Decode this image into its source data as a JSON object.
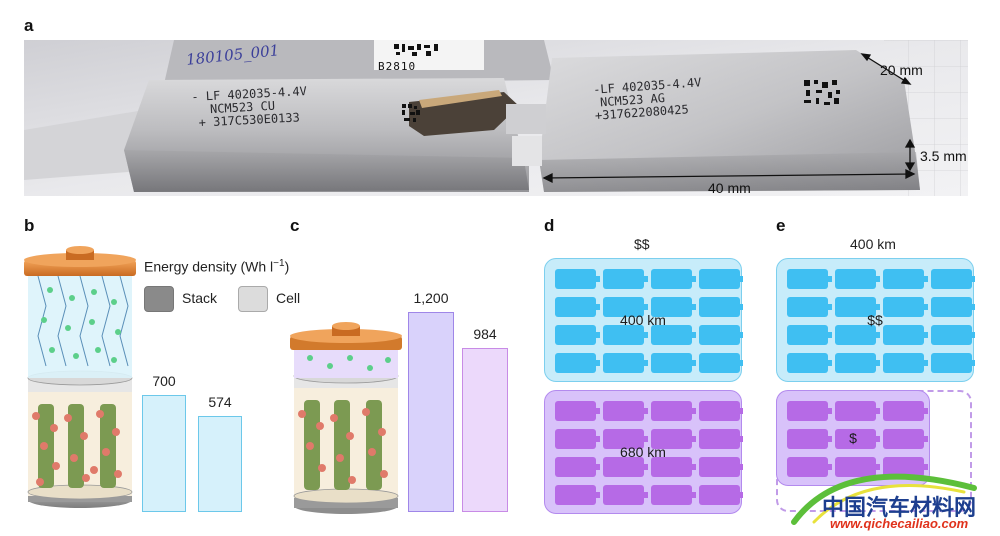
{
  "panels": {
    "a": "a",
    "b": "b",
    "c": "c",
    "d": "d",
    "e": "e"
  },
  "panel_a": {
    "dim_width": "20 mm",
    "dim_thickness": "3.5 mm",
    "dim_length": "40 mm",
    "label_left_handwritten": "180105_001",
    "label_left_code": "B2810",
    "cell_left_lines": [
      "- LF 402035-4.4V",
      "NCM523    CU",
      "+ 317C530E0133"
    ],
    "cell_right_lines": [
      "-LF 402035-4.4V",
      "NCM523      AG",
      "+317622080425"
    ]
  },
  "panel_b": {
    "legend_title": "Energy density (Wh l",
    "legend_title_sup": "−1",
    "legend_title_end": ")",
    "legend_stack": "Stack",
    "legend_cell": "Cell",
    "bar_color": "#d6f1fb",
    "bar_border": "#6cc8ea"
  },
  "panel_c": {
    "bar_color_stack": "#d9d2fb",
    "bar_border_stack": "#9f86e8",
    "bar_color_cell": "#ecd9fb",
    "bar_border_cell": "#c88be6"
  },
  "panel_d": {
    "top_label": "$$",
    "pack_top_text": "400 km",
    "pack_bottom_text": "680 km"
  },
  "panel_e": {
    "top_label": "400 km",
    "pack_top_text": "$$",
    "pack_bottom_text": "$"
  },
  "watermark": {
    "text": "中国汽车材料网",
    "url": "www.qichecailiao.com"
  },
  "chart_data": [
    {
      "type": "bar",
      "panel": "b",
      "ylabel": "Energy density (Wh l−1)",
      "categories": [
        "Stack",
        "Cell"
      ],
      "values": [
        700,
        574
      ],
      "value_labels": [
        "700",
        "574"
      ],
      "ylim": [
        0,
        1300
      ]
    },
    {
      "type": "bar",
      "panel": "c",
      "ylabel": "Energy density (Wh l−1)",
      "categories": [
        "Stack",
        "Cell"
      ],
      "values": [
        1200,
        984
      ],
      "value_labels": [
        "1,200",
        "984"
      ],
      "ylim": [
        0,
        1300
      ]
    }
  ]
}
